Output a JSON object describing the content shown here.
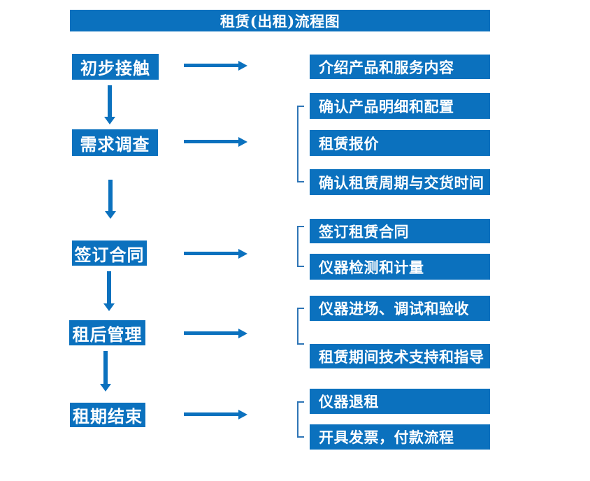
{
  "title": "租赁(出租)流程图",
  "colors": {
    "primary": "#0b71be",
    "bracket": "#2e75b6",
    "box_text": "#ffffff",
    "background": "#ffffff"
  },
  "flow": {
    "steps": [
      {
        "label": "初步接触",
        "details": [
          "介绍产品和服务内容"
        ]
      },
      {
        "label": "需求调查",
        "details": [
          "确认产品明细和配置",
          "租赁报价",
          "确认租赁周期与交货时间"
        ]
      },
      {
        "label": "签订合同",
        "details": [
          "签订租赁合同",
          "仪器检测和计量"
        ]
      },
      {
        "label": "租后管理",
        "details": [
          "仪器进场、调试和验收",
          "租赁期间技术支持和指导"
        ]
      },
      {
        "label": "租期结束",
        "details": [
          "仪器退租",
          "开具发票，付款流程"
        ]
      }
    ]
  }
}
